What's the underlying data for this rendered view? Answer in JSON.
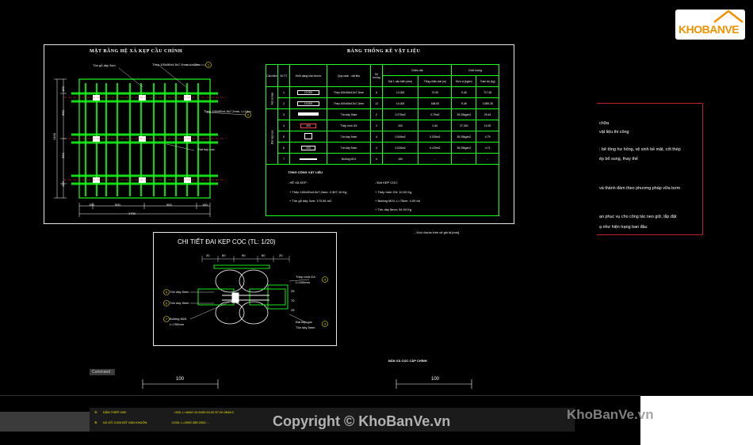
{
  "logo": {
    "text": "KHOBANVE"
  },
  "watermark_center": "Copyright © KhoBanVe.vn",
  "watermark_right": "KhoBanVe.vn",
  "cmd": {
    "label": "Command :"
  },
  "plan": {
    "title": "MẶT BẰNG HỆ XÀ KẸP CẦU CHÍNH",
    "label_ton": "Tôn gỗ dày 3cm",
    "label_thep1": "Thép 100x50x4.5x7.2mm, L=12m",
    "label_thep2": "Thép 100x50x4.5x7.2mm, L=14m",
    "label_dai": "Đai kẹp cọc",
    "dims_bottom": [
      "150",
      "500",
      "500",
      "150"
    ],
    "dim_total": "1700",
    "dims_left": [
      "150",
      "550",
      "550",
      "150"
    ],
    "dim_left_total": "1400",
    "callouts": [
      "1",
      "2",
      "3"
    ]
  },
  "materials": {
    "title": "BẢNG THỐNG KÊ VẬT LIỆU",
    "headers": [
      "Cấu kiện",
      "Số TT",
      "Hình dạng kích thước",
      "Quy cách - vật liệu",
      "Số lượng",
      "Chiều dài",
      "Khối lượng"
    ],
    "subheaders": [
      "Dài 1 cấu kiện (mm)",
      "Tổng chiều dài (m)",
      "Đơn vị (kg/m)",
      "Toàn bộ (kg)"
    ],
    "group_labels": [
      "Hệ xà kẹp",
      "Đai kẹp cọc"
    ],
    "rows": [
      {
        "no": "1",
        "shape": "12.000",
        "spec": "Thép 100x50x4.5x7.2mm",
        "qty": "6",
        "len": "12.000",
        "total": "72.00",
        "unit": "9.46",
        "weight": "717.82"
      },
      {
        "no": "2",
        "shape": "14.000",
        "spec": "Thép 100x50x4.5x7.2mm",
        "qty": "12",
        "len": "14.000",
        "total": "168.00",
        "unit": "9.46",
        "weight": "1.589.28"
      },
      {
        "no": "3",
        "shape": "",
        "spec": "Tôn dày 5mm",
        "qty": "2",
        "len": "0.375m2",
        "total": "0.75m2",
        "unit": "39.25kg/m2",
        "weight": "29.44"
      },
      {
        "no": "4",
        "shape": "200",
        "spec": "Thép hình I24",
        "qty": "2",
        "len": "200",
        "total": "0.40",
        "unit": "27.300",
        "weight": "10.92"
      },
      {
        "no": "5",
        "shape": "",
        "spec": "Tôn dày 5mm",
        "qty": "4",
        "len": "0.005m2",
        "total": "0.020m2",
        "unit": "39.25kg/m2",
        "weight": "0.79"
      },
      {
        "no": "6",
        "shape": "200",
        "spec": "Tôn dày 5mm",
        "qty": "4",
        "len": "0.030m2",
        "total": "0.120m2",
        "unit": "39.25kg/m2",
        "weight": "4.71"
      },
      {
        "no": "7",
        "shape": "",
        "spec": "Bulông M24",
        "qty": "4",
        "len": "150",
        "total": "-",
        "unit": "-",
        "weight": "-"
      }
    ],
    "summary_title": "TỔNG CỘNG VẬT LIỆU",
    "summary_left_head": "- HỆ XÀ KẸP:",
    "summary_left": [
      "+ Thép 100x50x4.5x7.2mm:   2.307.10  Kg",
      "+ Tôn gỗ dày 3cm:   170.54  m2"
    ],
    "summary_right_head": "- ĐAI KẸP CỌC:",
    "summary_right": [
      "+ Thép hình I24:   10.92  Kg",
      "+ Bulông M24, L=75cm:   4.00  bộ",
      "+ Tôn dày 5mm:   34.94  Kg"
    ],
    "footnote": "- Kích thước trên vẽ ghi là [mm]."
  },
  "detail": {
    "title": "CHI TIẾT ĐAI KẸP CỌC (TL: 1/20)",
    "dims_top": [
      "20",
      "60",
      "90",
      "60",
      "20"
    ],
    "left_labels": [
      "Tôn dày 5mm",
      "Tôn dày 5mm",
      "Bulông M24",
      "L=750mm"
    ],
    "left_nums": [
      "5",
      "6",
      "7"
    ],
    "right_labels": [
      "Thép hình I24",
      "L=200mm",
      "Đai kẹp cọc",
      "Tôn dày 5mm"
    ],
    "right_nums": [
      "4",
      "3"
    ],
    "side_dims": [
      "25",
      "70",
      "25"
    ]
  },
  "notes": {
    "lines": [
      "chữa",
      "vật liệu thi công",
      ": bê tông hư hỏng, vệ sinh bề mặt, cốt thép",
      "ép bổ sung, thay thế",
      "",
      "và thành đám theo phương pháp vữa bơm",
      "",
      "ạn phục vụ cho công tác neo giữ, lắp đặt",
      "ạ như hiện trạng ban đầu"
    ]
  },
  "lower": {
    "caption": "BẢN XÀ CỌC CẤP CHÍNH",
    "dim_left": "100",
    "dim_right": "100",
    "rows": [
      {
        "no": "⑤",
        "text": "DẦM THÉP I400",
        "vals": "I400, L=6400    10    6400    64.00    57.00    3648.0"
      },
      {
        "no": "⑥",
        "text": "XÀ GỖ C200 ĐỠ VÁN KHUÔN",
        "vals": "C200, L=2000    285    2000    ..."
      }
    ]
  }
}
